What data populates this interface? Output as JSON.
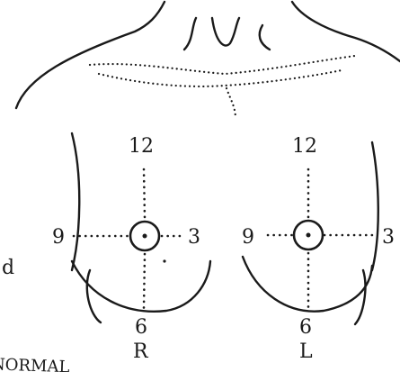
{
  "diagram": {
    "right_breast": {
      "side_label": "R",
      "clock_top": "12",
      "clock_right": "3",
      "clock_bottom": "6",
      "clock_left": "9"
    },
    "left_breast": {
      "side_label": "L",
      "clock_top": "12",
      "clock_right": "3",
      "clock_bottom": "6",
      "clock_left": "9"
    },
    "partial_text_bottom_left": "NORMAL",
    "partial_text_left_edge": "d"
  },
  "colors": {
    "ink": "#1a1a1a",
    "paper": "#ffffff"
  }
}
